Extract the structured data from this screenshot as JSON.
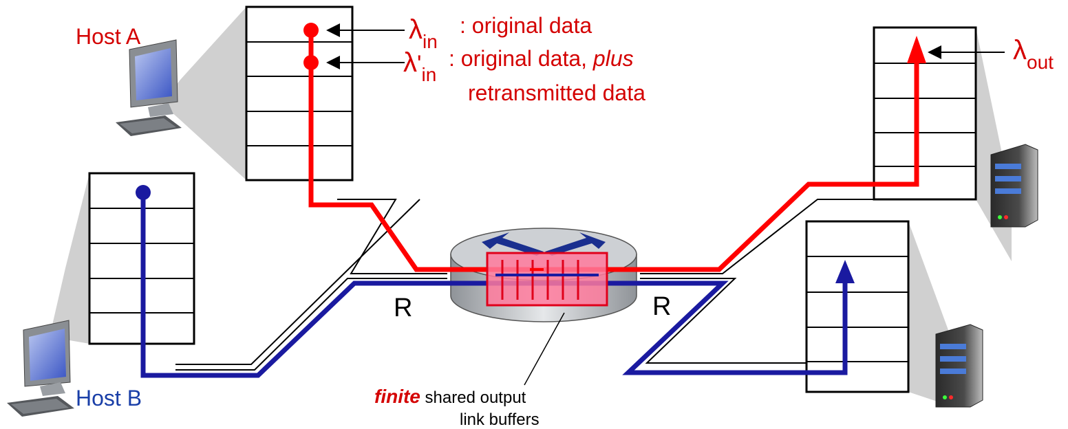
{
  "labels": {
    "host_a": "Host A",
    "host_b": "Host B",
    "lambda_symbol": "λ",
    "prime": "'",
    "sub_in": "in",
    "sub_out": "out",
    "lambda_in_desc": ": original data",
    "lambda_in_prime_desc": ": original data, ",
    "plus": "plus",
    "retransmitted": "retransmitted data",
    "r_left": "R",
    "r_right": "R",
    "finite": "finite",
    "shared_output": " shared output",
    "link_buffers": "link buffers"
  },
  "colors": {
    "host_a_flow": "#ff0000",
    "host_b_flow": "#1a1aa0",
    "buffer_fill": "#ff7a9c"
  }
}
